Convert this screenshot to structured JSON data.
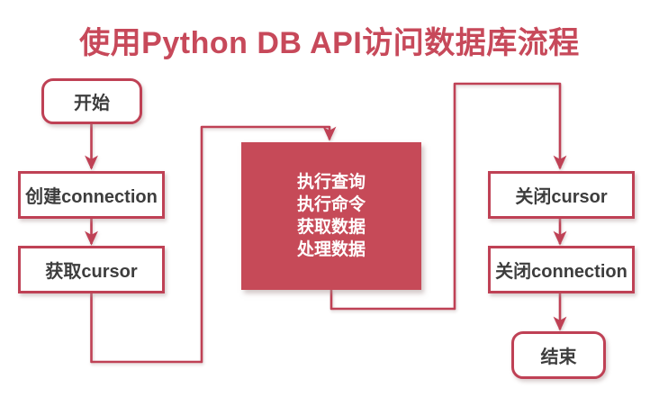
{
  "title": "使用Python DB API访问数据库流程",
  "colors": {
    "accent": "#bf4155",
    "box_fill": "#c64a58",
    "title_color": "#c7495a",
    "text_dark": "#3d3d3d",
    "box_text_light": "#ffffff"
  },
  "diagram": {
    "type": "flowchart",
    "nodes": [
      {
        "id": "start",
        "label": "开始",
        "shape": "rounded"
      },
      {
        "id": "create-connection",
        "label": "创建connection",
        "shape": "rect"
      },
      {
        "id": "get-cursor",
        "label": "获取cursor",
        "shape": "rect"
      },
      {
        "id": "execute",
        "shape": "filled-rect",
        "lines": [
          "执行查询",
          "执行命令",
          "获取数据",
          "处理数据"
        ]
      },
      {
        "id": "close-cursor",
        "label": "关闭cursor",
        "shape": "rect"
      },
      {
        "id": "close-connection",
        "label": "关闭connection",
        "shape": "rect"
      },
      {
        "id": "end",
        "label": "结束",
        "shape": "rounded"
      }
    ],
    "edges": [
      {
        "from": "start",
        "to": "create-connection"
      },
      {
        "from": "create-connection",
        "to": "get-cursor"
      },
      {
        "from": "get-cursor",
        "to": "execute"
      },
      {
        "from": "execute",
        "to": "close-cursor"
      },
      {
        "from": "close-cursor",
        "to": "close-connection"
      },
      {
        "from": "close-connection",
        "to": "end"
      }
    ]
  }
}
